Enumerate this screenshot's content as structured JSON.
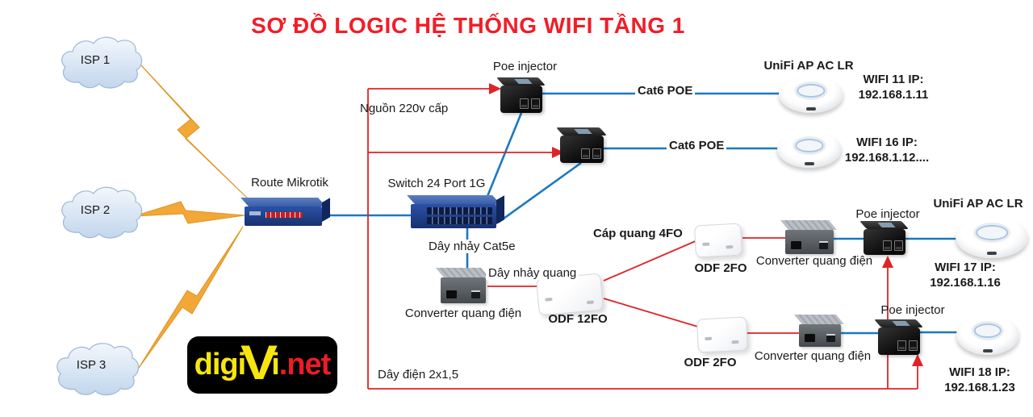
{
  "title": "SƠ ĐỒ LOGIC HỆ THỐNG WIFI TẦNG 1",
  "isp_clouds": [
    {
      "label": "ISP 1"
    },
    {
      "label": "ISP 2"
    },
    {
      "label": "ISP 3"
    }
  ],
  "device_labels": {
    "router": "Route Mikrotik",
    "switch": "Switch  24 Port 1G",
    "poe_injector": "Poe injector",
    "converter": "Converter quang điện",
    "odf12": "ODF 12FO",
    "odf2": "ODF 2FO",
    "unifi_ap": "UniFi  AP AC LR"
  },
  "cable_labels": {
    "power_source": "Nguồn 220v cấp",
    "cat6_poe": "Cat6 POE",
    "cat5e_jumper": "Dây nhảy Cat5e",
    "fiber_jumper": "Dây nhảy quang",
    "fiber_trunk": "Cáp quang 4FO",
    "power_wire": "Dây điện 2x1,5"
  },
  "wifi_aps": [
    {
      "name": "WIFI 11 IP:",
      "ip": "192.168.1.11"
    },
    {
      "name": "WIFI 16 IP:",
      "ip": "192.168.1.12...."
    },
    {
      "name": "WIFI 17 IP:",
      "ip": "192.168.1.16"
    },
    {
      "name": "WIFI 18 IP:",
      "ip": "192.168.1.23"
    }
  ],
  "logo": {
    "digi": "digi",
    "v": "V",
    "i": "i",
    "net": ".net"
  },
  "colors": {
    "title_red": "#f21d27",
    "line_blue": "#1a78c2",
    "line_red": "#e02326",
    "bolt_yellow": "#f2a737",
    "cloud_blue": "#cfe0f2",
    "device_navy": "#23479c",
    "logo_yellow": "#f7e50e",
    "logo_red": "#ed1c24"
  }
}
